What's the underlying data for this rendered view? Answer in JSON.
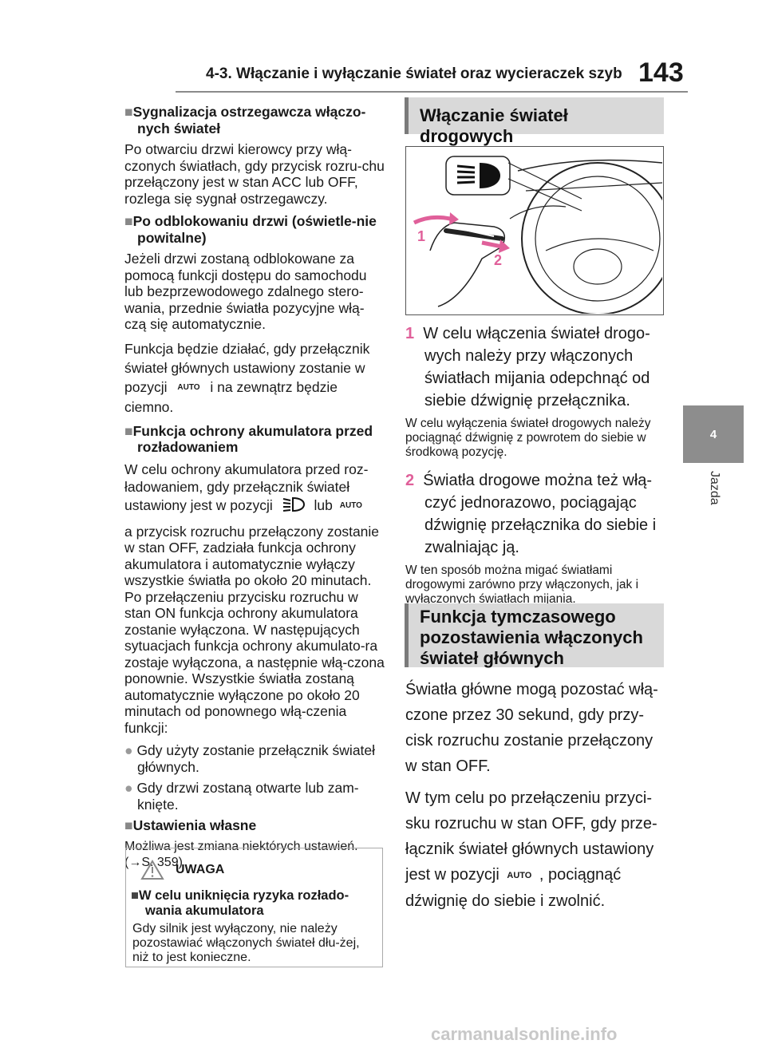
{
  "header": {
    "title": "4-3. Włączanie i wyłączanie świateł oraz wycieraczek szyb",
    "page": "143"
  },
  "tab": {
    "number": "4",
    "label": "Jazda"
  },
  "left": {
    "s1_title": "Sygnalizacja ostrzegawcza włączo-nych świateł",
    "s1_body": "Po otwarciu drzwi kierowcy przy włą-czonych światłach, gdy przycisk rozru-chu przełączony jest w stan ACC lub OFF, rozlega się sygnał ostrzegawczy.",
    "s2_title": "Po odblokowaniu drzwi (oświetle-nie powitalne)",
    "s2_body": "Jeżeli drzwi zostaną odblokowane za pomocą funkcji dostępu do samochodu lub bezprzewodowego zdalnego stero-wania, przednie światła pozycyjne włą-czą się automatycznie.",
    "s2_body2a": "Funkcja będzie działać, gdy przełącznik świateł głównych ustawiony zostanie w pozycji",
    "s2_body2b": "i na zewnątrz będzie ciemno.",
    "s3_title": "Funkcja ochrony akumulatora przed rozładowaniem",
    "s3_body_a": "W celu ochrony akumulatora przed roz-ładowaniem, gdy przełącznik świateł ustawiony jest w pozycji",
    "s3_body_lub": "lub",
    "s3_body_b": "a przycisk rozruchu przełączony zostanie w stan OFF, zadziała funkcja ochrony akumulatora i automatycznie wyłączy wszystkie światła po około 20 minutach. Po przełączeniu przycisku rozruchu w stan ON funkcja ochrony akumulatora zostanie wyłączona. W następujących sytuacjach funkcja ochrony akumulato-ra zostaje wyłączona, a następnie włą-czona ponownie. Wszystkie światła zostaną automatycznie wyłączone po około 20 minutach od ponownego włą-czenia funkcji:",
    "bullet1": "Gdy użyty zostanie przełącznik świateł głównych.",
    "bullet2": "Gdy drzwi zostaną otwarte lub zam-knięte.",
    "s4_title": "Ustawienia własne",
    "s4_body": "Możliwa jest zmiana niektórych ustawień. (→S. 359)",
    "auto_label": "AUTO"
  },
  "warning": {
    "title": "UWAGA",
    "subtitle": "W celu uniknięcia ryzyka rozłado-wania akumulatora",
    "body": "Gdy silnik jest wyłączony, nie należy pozostawiać włączonych świateł dłu-żej, niż to jest konieczne."
  },
  "right": {
    "section1": "Włączanie świateł drogowych",
    "step1_num": "1",
    "step1": "W celu włączenia świateł drogo-wych należy przy włączonych światłach mijania odepchnąć od siebie dźwignię przełącznika.",
    "note1": "W celu wyłączenia świateł drogowych należy pociągnąć dźwignię z powrotem do siebie w środkową pozycję.",
    "step2_num": "2",
    "step2": "Światła drogowe można też włą-czyć jednorazowo, pociągając dźwignię przełącznika do siebie i zwalniając ją.",
    "note2": "W ten sposób można migać światłami drogowymi zarówno przy włączonych, jak i wyłączonych światłach mijania.",
    "section2": "Funkcja tymczasowego pozostawienia włączonych świateł głównych",
    "p1": "Światła główne mogą pozostać włą-czone przez 30 sekund, gdy przy-cisk rozruchu zostanie przełączony w stan OFF.",
    "p2a": "W tym celu po przełączeniu przyci-sku rozruchu w stan OFF, gdy prze-łącznik świateł głównych ustawiony jest w pozycji",
    "p2b": ", pociągnąć dźwignię do siebie i zwolnić.",
    "fig_label1": "1",
    "fig_label2": "2",
    "auto_label": "AUTO"
  },
  "footer": {
    "text": "carmanualsonline.info"
  },
  "colors": {
    "accent_pink": "#e0609a",
    "section_bg": "#d9d9d9",
    "tab_bg": "#8d8d8d"
  }
}
